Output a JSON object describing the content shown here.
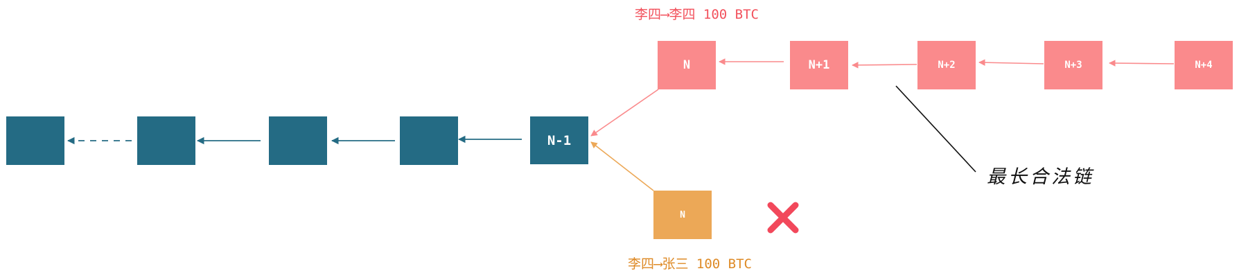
{
  "colors": {
    "teal": "#246b84",
    "pink": "#fa8a8c",
    "orange": "#eca857",
    "label_red": "#f2515c",
    "label_orange": "#de8a26",
    "cross": "#f2485b"
  },
  "blocks": {
    "main_n_minus_1": "N-1",
    "fork_n": "N",
    "pink_n": "N",
    "pink_n1": "N+1",
    "pink_n2": "N+2",
    "pink_n3": "N+3",
    "pink_n4": "N+4"
  },
  "labels": {
    "top_tx": "李四⟶李四 100 BTC",
    "bottom_tx": "李四⟶张三 100 BTC",
    "longest_chain": "最长合法链"
  },
  "icons": {
    "rejected": "x-icon"
  }
}
